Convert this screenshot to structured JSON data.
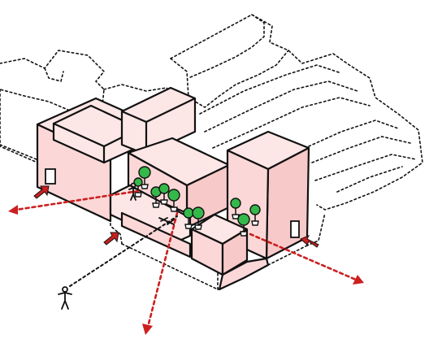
{
  "diagram": {
    "colors": {
      "building_top": "#fde6e6",
      "building_side": "#f8c9c9",
      "building_front": "#fbd7d7",
      "tree_green": "#35b84a",
      "arrow_red": "#cc1f1f",
      "outline": "#111111"
    },
    "elements": {
      "context_buildings": "dashed-outline-context",
      "main_buildings": "pink-massing-blocks",
      "entry_arrows": [
        "arrow-left-entry",
        "arrow-front-entry",
        "arrow-right-entry"
      ],
      "view_paths": [
        "path-west",
        "path-south",
        "path-east"
      ],
      "access_path": "path-pedestrian",
      "figure": "person-icon",
      "planting": "tree-icons"
    }
  }
}
